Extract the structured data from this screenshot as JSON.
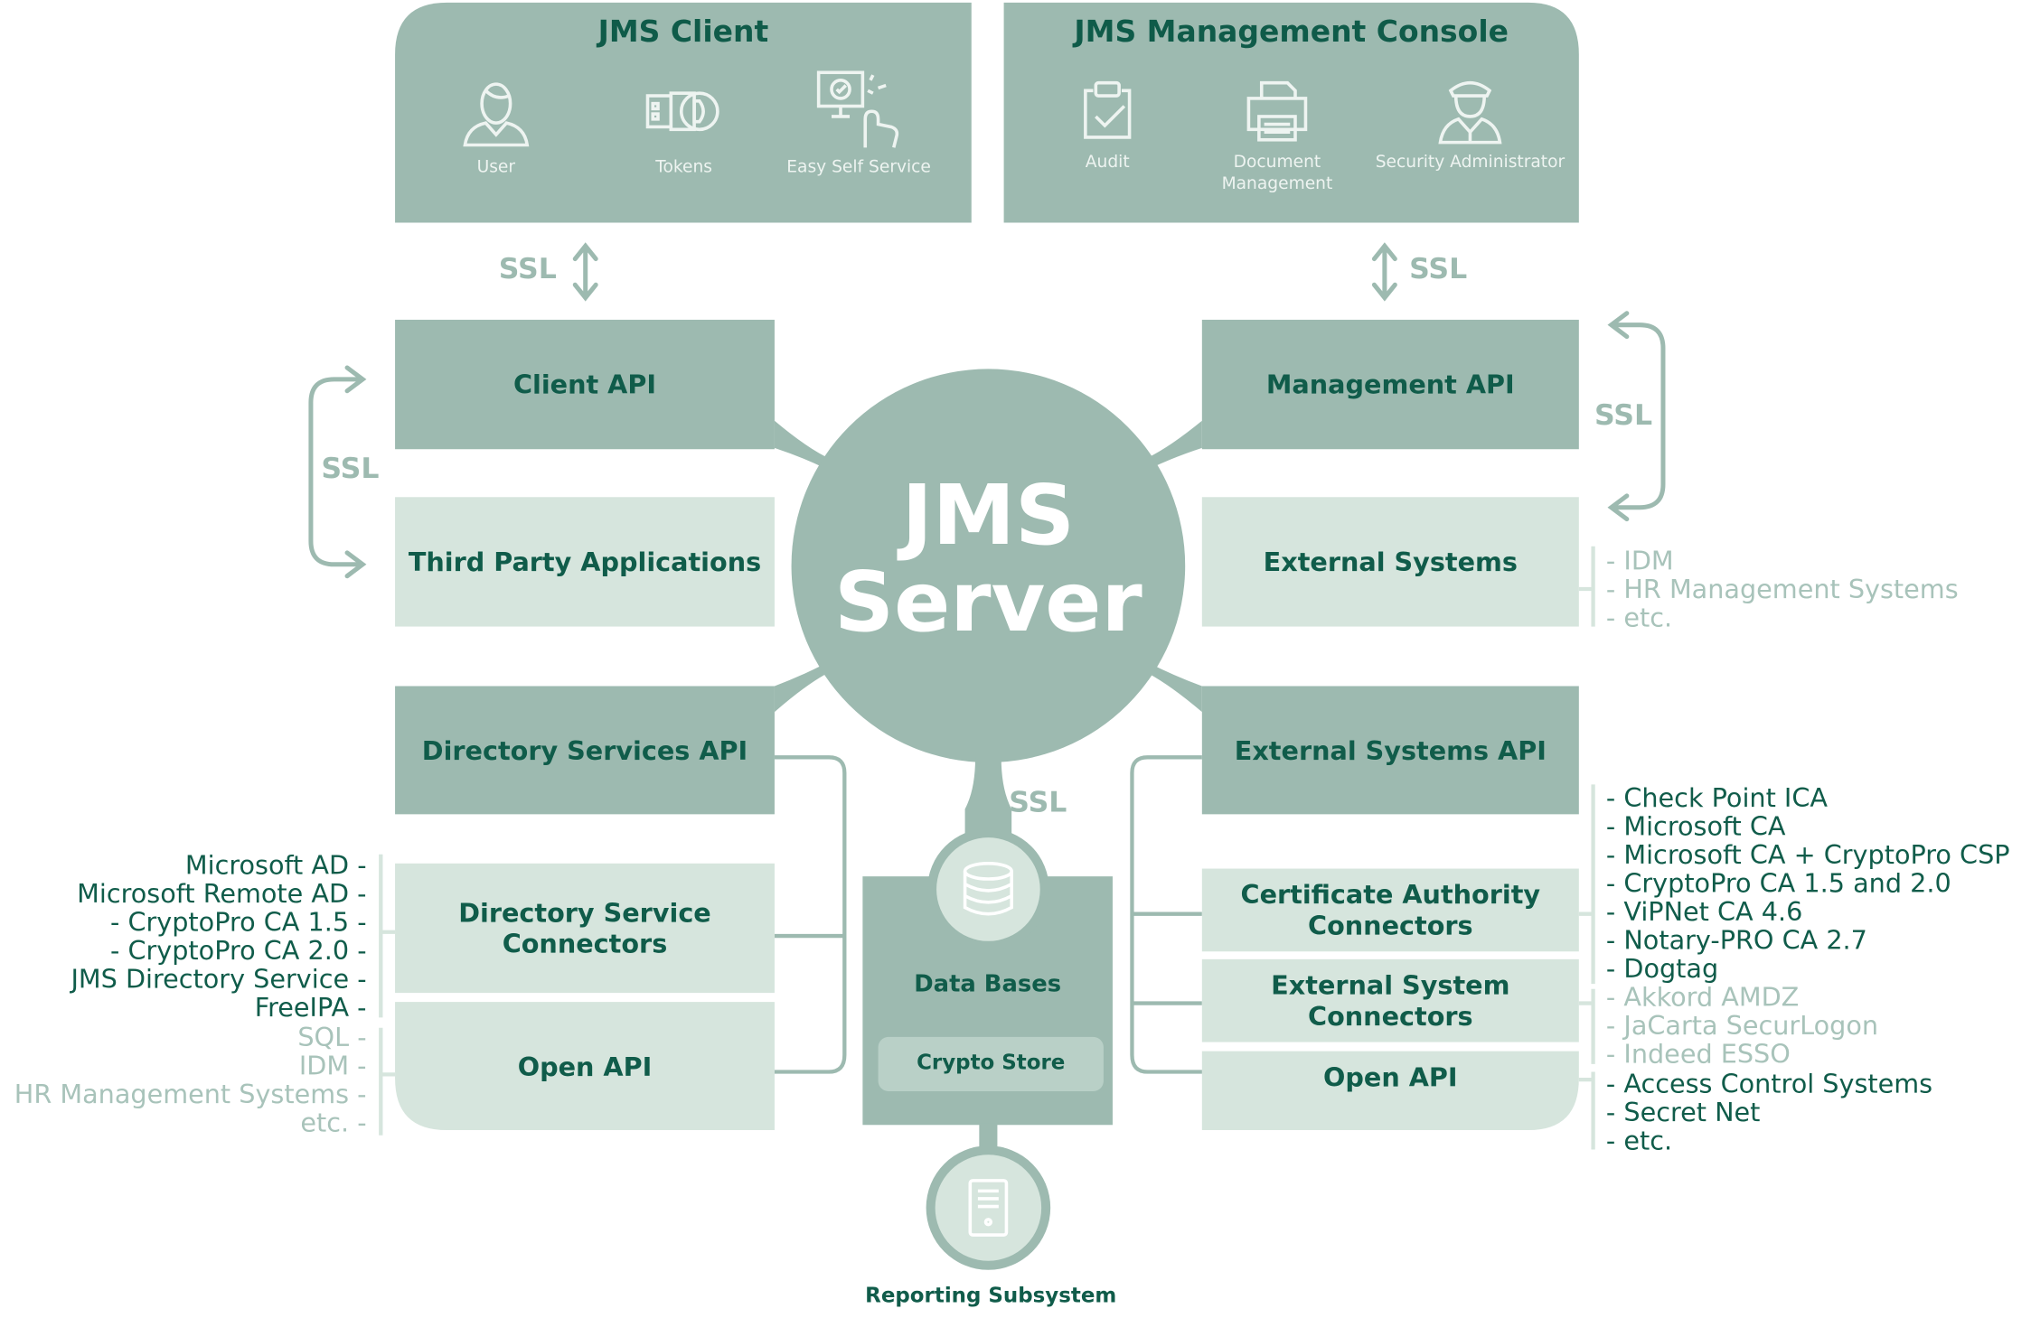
{
  "client_panel": {
    "title": "JMS Client",
    "items": [
      {
        "icon": "user-icon",
        "label": "User"
      },
      {
        "icon": "token-icon",
        "label": "Tokens"
      },
      {
        "icon": "self-service-icon",
        "label": "Easy Self Service"
      }
    ]
  },
  "console_panel": {
    "title": "JMS Management Console",
    "items": [
      {
        "icon": "audit-icon",
        "label": "Audit"
      },
      {
        "icon": "printer-icon",
        "label": "Document Management"
      },
      {
        "icon": "security-officer-icon",
        "label": "Security Administrator"
      }
    ]
  },
  "ssl_label": "SSL",
  "server": {
    "line1": "JMS",
    "line2": "Server"
  },
  "boxes": {
    "client_api": "Client API",
    "third_party": "Third Party Applications",
    "management_api": "Management API",
    "external_systems": "External Systems",
    "directory_services_api": "Directory Services API",
    "directory_service_connectors": "Directory Service Connectors",
    "open_api_left": "Open API",
    "external_systems_api": "External Systems API",
    "ca_connectors": "Certificate Authority Connectors",
    "external_system_connectors": "External System Connectors",
    "open_api_right": "Open API"
  },
  "database": {
    "label": "Data Bases",
    "crypto_store": "Crypto Store"
  },
  "reporting": {
    "label": "Reporting Subsystem"
  },
  "lists": {
    "external_systems": [
      "- IDM",
      "- HR Management Systems",
      "- etc."
    ],
    "directory_connectors": [
      "Microsoft AD -",
      "Microsoft Remote AD -",
      "- CryptoPro CA 1.5 -",
      "- CryptoPro CA 2.0  -",
      "JMS Directory Service -",
      "FreeIPA -"
    ],
    "open_api_left": [
      "SQL -",
      "IDM -",
      "HR Management Systems -",
      "etc. -"
    ],
    "ca_connectors": [
      "- Check Point ICA",
      "- Microsoft CA",
      "- Microsoft CA + CryptoPro CSP",
      "- CryptoPro CA 1.5 and 2.0",
      "- ViPNet CA 4.6",
      "- Notary-PRO CA 2.7",
      "- Dogtag"
    ],
    "external_connectors": [
      "- Akkord AMDZ",
      "- JaCarta SecurLogon",
      "- Indeed ESSO"
    ],
    "open_api_right": [
      "- Access Control Systems",
      "- Secret Net",
      "- etc."
    ]
  },
  "colors": {
    "dark_fill": "#9dbab0",
    "light_fill": "#d6e5dd",
    "text_dark": "#105c4a",
    "text_light": "#a8c3ba"
  }
}
